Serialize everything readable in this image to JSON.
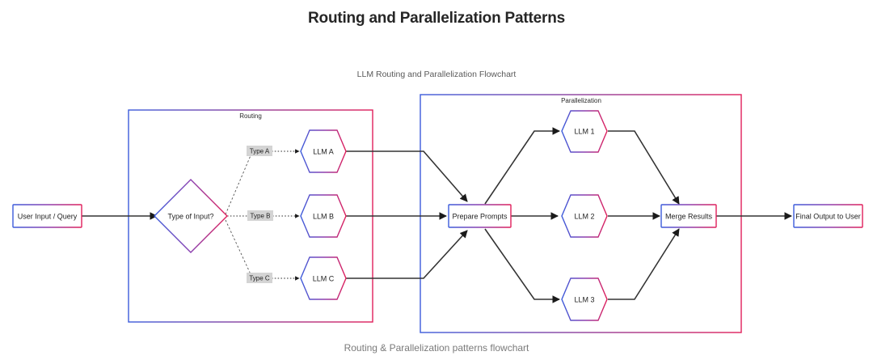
{
  "page": {
    "title": "Routing and Parallelization Patterns",
    "chart_title": "LLM Routing and Parallelization Flowchart",
    "caption": "Routing & Parallelization patterns flowchart"
  },
  "colors": {
    "gradient_start": "#3b5bdb",
    "gradient_end": "#e01e5a",
    "edge": "#333333",
    "node_fill": "#ffffff",
    "title_text": "#262626",
    "caption_text": "#7a7a7a",
    "edge_label_bg": "#d4d4d4"
  },
  "diagram": {
    "type": "flowchart",
    "direction": "left-to-right",
    "clusters": [
      {
        "id": "routing",
        "label": "Routing"
      },
      {
        "id": "parallelization",
        "label": "Parallelization"
      }
    ],
    "nodes": [
      {
        "id": "user_input",
        "label": "User Input / Query",
        "shape": "rect",
        "cluster": null
      },
      {
        "id": "decision",
        "label": "Type of Input?",
        "shape": "diamond",
        "cluster": "routing"
      },
      {
        "id": "llm_a",
        "label": "LLM A",
        "shape": "hexagon",
        "cluster": "routing"
      },
      {
        "id": "llm_b",
        "label": "LLM B",
        "shape": "hexagon",
        "cluster": "routing"
      },
      {
        "id": "llm_c",
        "label": "LLM C",
        "shape": "hexagon",
        "cluster": "routing"
      },
      {
        "id": "prepare",
        "label": "Prepare Prompts",
        "shape": "rect",
        "cluster": "parallelization"
      },
      {
        "id": "llm_1",
        "label": "LLM 1",
        "shape": "hexagon",
        "cluster": "parallelization"
      },
      {
        "id": "llm_2",
        "label": "LLM 2",
        "shape": "hexagon",
        "cluster": "parallelization"
      },
      {
        "id": "llm_3",
        "label": "LLM 3",
        "shape": "hexagon",
        "cluster": "parallelization"
      },
      {
        "id": "merge",
        "label": "Merge Results",
        "shape": "rect",
        "cluster": "parallelization"
      },
      {
        "id": "final_output",
        "label": "Final Output to User",
        "shape": "rect",
        "cluster": null
      }
    ],
    "edges": [
      {
        "from": "user_input",
        "to": "decision",
        "label": "",
        "style": "solid"
      },
      {
        "from": "decision",
        "to": "llm_a",
        "label": "Type A",
        "style": "dotted"
      },
      {
        "from": "decision",
        "to": "llm_b",
        "label": "Type B",
        "style": "dotted"
      },
      {
        "from": "decision",
        "to": "llm_c",
        "label": "Type C",
        "style": "dotted"
      },
      {
        "from": "llm_a",
        "to": "prepare",
        "label": "",
        "style": "solid"
      },
      {
        "from": "llm_b",
        "to": "prepare",
        "label": "",
        "style": "solid"
      },
      {
        "from": "llm_c",
        "to": "prepare",
        "label": "",
        "style": "solid"
      },
      {
        "from": "prepare",
        "to": "llm_1",
        "label": "",
        "style": "solid"
      },
      {
        "from": "prepare",
        "to": "llm_2",
        "label": "",
        "style": "solid"
      },
      {
        "from": "prepare",
        "to": "llm_3",
        "label": "",
        "style": "solid"
      },
      {
        "from": "llm_1",
        "to": "merge",
        "label": "",
        "style": "solid"
      },
      {
        "from": "llm_2",
        "to": "merge",
        "label": "",
        "style": "solid"
      },
      {
        "from": "llm_3",
        "to": "merge",
        "label": "",
        "style": "solid"
      },
      {
        "from": "merge",
        "to": "final_output",
        "label": "",
        "style": "solid"
      }
    ]
  }
}
